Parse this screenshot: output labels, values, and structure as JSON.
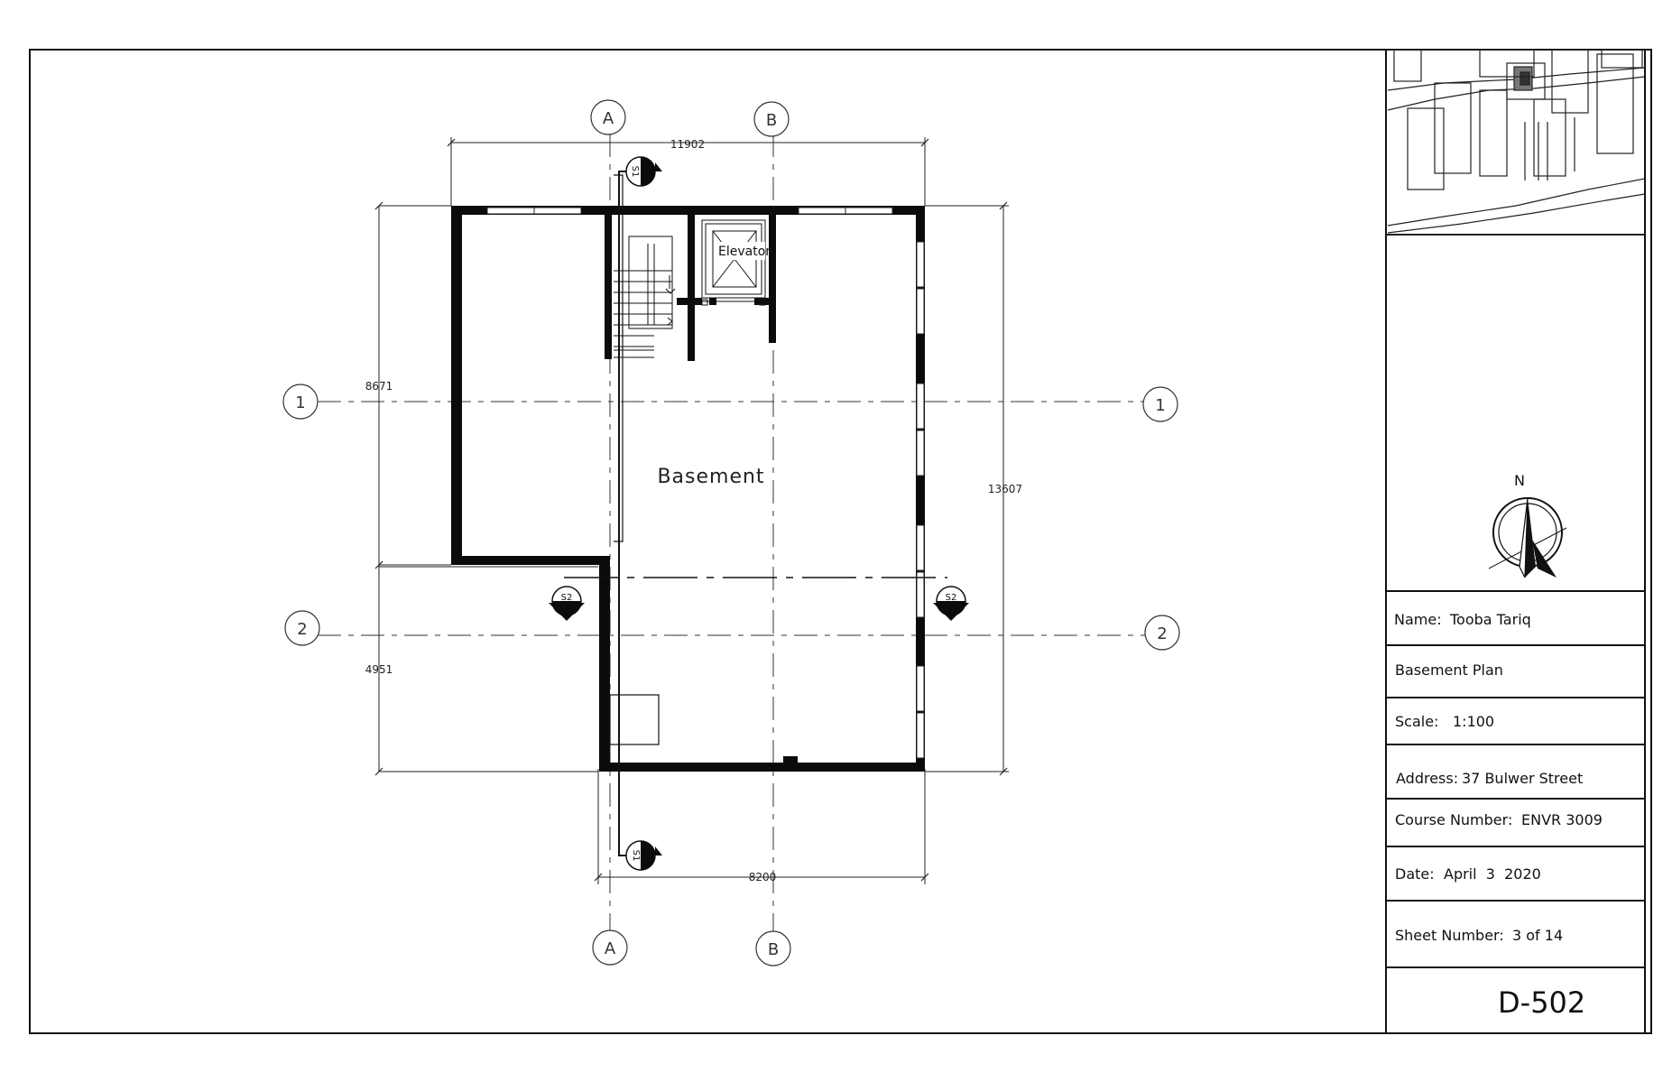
{
  "title_block": {
    "name_label": "Name:",
    "name_value": "Tooba Tariq",
    "drawing_title": "Basement Plan",
    "scale_label": "Scale:",
    "scale_value": "1:100",
    "address_label": "Address:",
    "address_value": "37 Bulwer Street",
    "course_label": "Course Number:",
    "course_value": "ENVR 3009",
    "date_label": "Date:",
    "date_value": "April  3  2020",
    "sheet_label": "Sheet Number:",
    "sheet_value": "3 of 14",
    "drawing_number": "D-502"
  },
  "plan": {
    "room_label": "Basement",
    "elevator_label": "Elevator",
    "north_label": "N"
  },
  "grid": {
    "col_a": "A",
    "col_b": "B",
    "row_1": "1",
    "row_2": "2"
  },
  "dimensions": {
    "top": "11902",
    "bottom": "8200",
    "left_upper": "8671",
    "left_lower": "4951",
    "right": "13607"
  },
  "sections": {
    "s1": "S1",
    "s2": "S2"
  }
}
